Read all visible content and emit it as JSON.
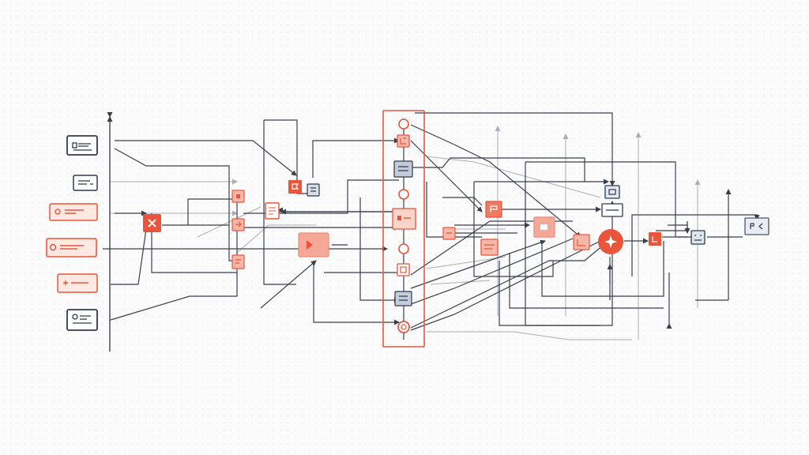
{
  "colors": {
    "accent": "#e8553b",
    "accent_light": "#f3a08f",
    "accent_fill": "#fbe3dc",
    "slate": "#2f3a4e",
    "slate_fill": "#d9dee8",
    "wire_dark": "#3a3f4a",
    "wire_light": "#a9adb6"
  },
  "nodes": [
    {
      "id": "in-1",
      "style": "slate-outline"
    },
    {
      "id": "in-2",
      "style": "slate-outline"
    },
    {
      "id": "in-3",
      "style": "accent-outline"
    },
    {
      "id": "in-4",
      "style": "accent-outline"
    },
    {
      "id": "in-5",
      "style": "accent-outline"
    },
    {
      "id": "in-6",
      "style": "slate-outline"
    },
    {
      "id": "join-1",
      "style": "accent-solid"
    },
    {
      "id": "mid-1",
      "style": "accent-light"
    },
    {
      "id": "mid-2",
      "style": "accent-light"
    },
    {
      "id": "mid-3",
      "style": "accent-light"
    },
    {
      "id": "gate-1",
      "style": "accent-solid"
    },
    {
      "id": "gate-2",
      "style": "slate-light"
    },
    {
      "id": "doc-1",
      "style": "accent-outline"
    },
    {
      "id": "hub-1",
      "style": "accent-light"
    },
    {
      "id": "bus-1",
      "style": "accent-outline"
    },
    {
      "id": "bus-2",
      "style": "accent-light"
    },
    {
      "id": "bus-3",
      "style": "slate-light"
    },
    {
      "id": "bus-4",
      "style": "accent-outline"
    },
    {
      "id": "bus-5",
      "style": "accent-light"
    },
    {
      "id": "bus-6",
      "style": "accent-outline"
    },
    {
      "id": "bus-7",
      "style": "accent-light"
    },
    {
      "id": "bus-8",
      "style": "slate-light"
    },
    {
      "id": "bus-9",
      "style": "accent-outline"
    },
    {
      "id": "proc-1",
      "style": "accent-light"
    },
    {
      "id": "proc-2",
      "style": "accent-solid"
    },
    {
      "id": "proc-3",
      "style": "accent-light"
    },
    {
      "id": "proc-4",
      "style": "accent-light"
    },
    {
      "id": "proc-5",
      "style": "accent-light"
    },
    {
      "id": "merge-1",
      "style": "accent-solid"
    },
    {
      "id": "proc-6",
      "style": "accent-solid"
    },
    {
      "id": "out-1",
      "style": "slate-light"
    },
    {
      "id": "out-2",
      "style": "slate-light"
    },
    {
      "id": "out-3",
      "style": "slate-light"
    },
    {
      "id": "out-4",
      "style": "slate-light"
    }
  ]
}
